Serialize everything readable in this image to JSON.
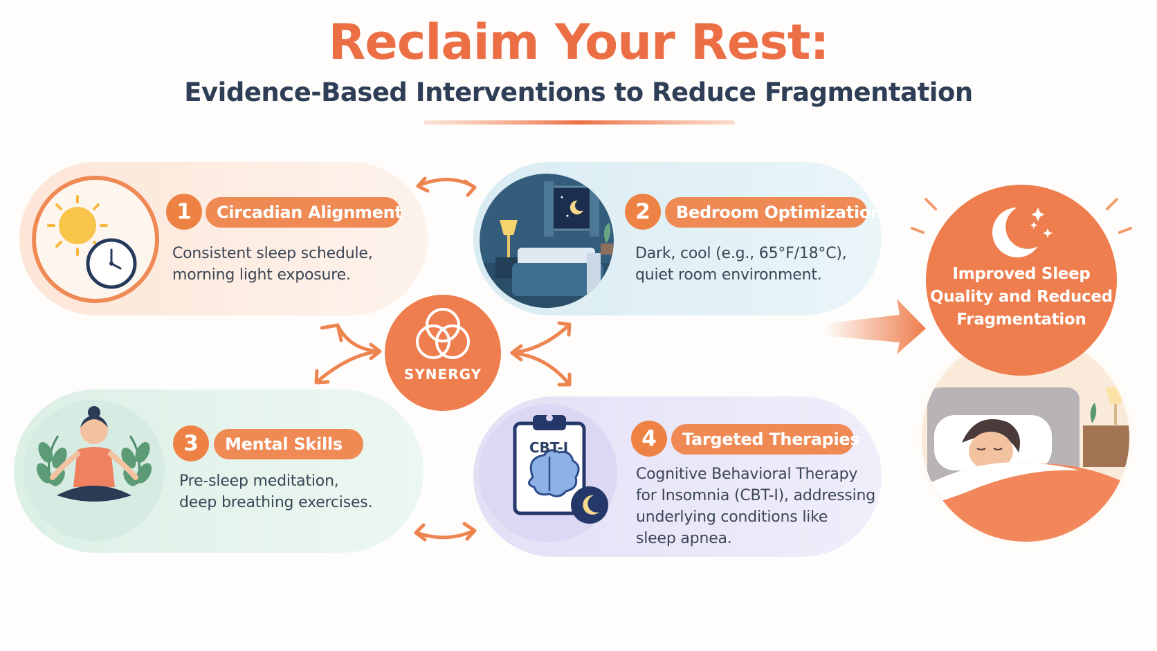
{
  "title": "Reclaim Your Rest:",
  "subtitle": "Evidence-Based Interventions to Reduce Fragmentation",
  "steps": [
    {
      "number": "1",
      "label": "Circadian Alignment",
      "description": "Consistent sleep schedule,\nmorning light exposure.",
      "icon": "sun-clock-icon"
    },
    {
      "number": "2",
      "label": "Bedroom Optimization",
      "description": "Dark, cool (e.g., 65°F/18°C),\nquiet room environment.",
      "icon": "bedroom-night-icon"
    },
    {
      "number": "3",
      "label": "Mental Skills",
      "description": "Pre-sleep meditation,\ndeep breathing exercises.",
      "icon": "meditation-icon"
    },
    {
      "number": "4",
      "label": "Targeted Therapies",
      "description": "Cognitive Behavioral Therapy\nfor Insomnia (CBT-I), addressing\nunderlying conditions like\nsleep apnea.",
      "icon": "clipboard-brain-icon",
      "tag": "CBT-I"
    }
  ],
  "center": {
    "label": "SYNERGY",
    "icon": "venn-icon"
  },
  "result": {
    "text": "Improved Sleep\nQuality and Reduced\nFragmentation",
    "icon": "moon-stars-icon",
    "illustration": "sleeping-person-icon"
  },
  "colors": {
    "accent": "#ec6e45",
    "title_dark": "#2f3e57",
    "card_1": "#fdeee3",
    "card_2": "#e3f1f6",
    "card_3": "#e6f4ee",
    "card_4": "#ebe8f8"
  }
}
